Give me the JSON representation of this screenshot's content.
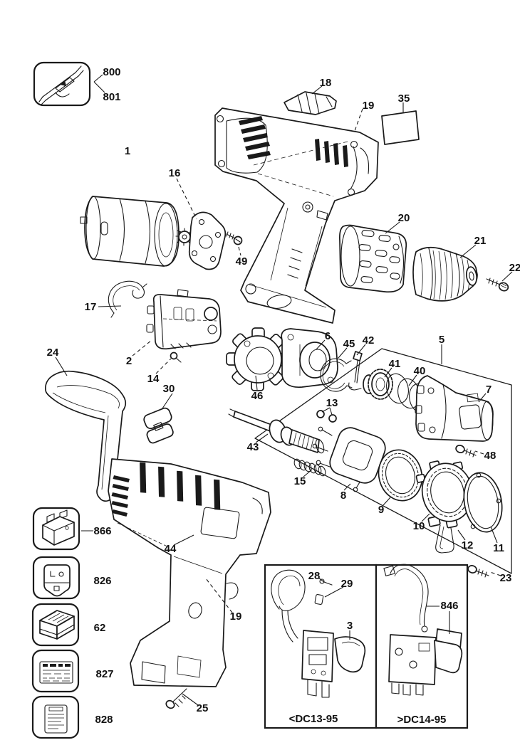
{
  "diagram": {
    "type": "exploded-parts-diagram",
    "subject": "cordless drill driver service parts drawing",
    "background": "#ffffff",
    "line_color": "#1a1a1a",
    "variants": {
      "left_caption": "<DC13-95",
      "right_caption": ">DC14-95"
    }
  },
  "callouts": {
    "c800": "800",
    "c801": "801",
    "c1": "1",
    "c18": "18",
    "c19_top": "19",
    "c35": "35",
    "c16": "16",
    "c49": "49",
    "c20": "20",
    "c21": "21",
    "c22": "22",
    "c17": "17",
    "c2": "2",
    "c14": "14",
    "c24": "24",
    "c30": "30",
    "c46": "46",
    "c6": "6",
    "c45": "45",
    "c42": "42",
    "c41": "41",
    "c40": "40",
    "c5": "5",
    "c7": "7",
    "c13": "13",
    "c43": "43",
    "c15": "15",
    "c8": "8",
    "c9": "9",
    "c10": "10",
    "c48": "48",
    "c12": "12",
    "c11": "11",
    "c23": "23",
    "c44": "44",
    "c19_bottom": "19",
    "c25": "25",
    "c28": "28",
    "c29": "29",
    "c3": "3",
    "c846": "846"
  },
  "accessories": [
    {
      "label": "866",
      "name": "battery-pack-icon"
    },
    {
      "label": "826",
      "name": "charger-plug-icon"
    },
    {
      "label": "62",
      "name": "kit-box-icon"
    },
    {
      "label": "827",
      "name": "nameplate-label-icon"
    },
    {
      "label": "828",
      "name": "warning-label-icon"
    }
  ]
}
